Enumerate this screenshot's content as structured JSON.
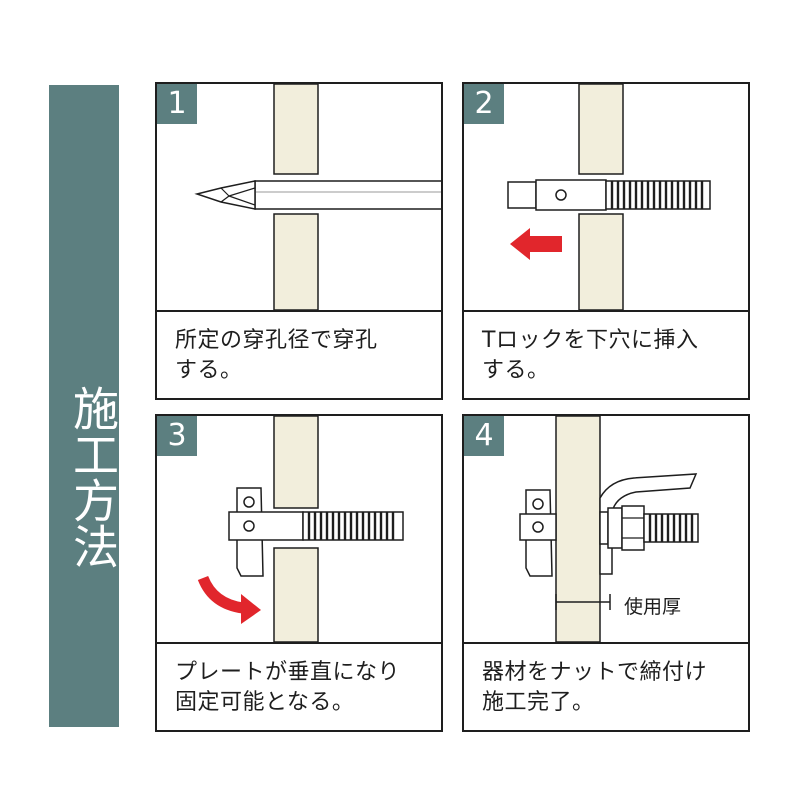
{
  "title": "施工方法",
  "colors": {
    "accent": "#5c7f80",
    "wall": "#f2eedc",
    "arrow": "#e1262c",
    "line": "#1e1e1e"
  },
  "steps": [
    {
      "number": "1",
      "caption_lines": [
        "所定の穿孔径で穿孔",
        "する。"
      ]
    },
    {
      "number": "2",
      "caption_lines": [
        "Tロックを下穴に挿入",
        "する。"
      ]
    },
    {
      "number": "3",
      "caption_lines": [
        "プレートが垂直になり",
        "固定可能となる。"
      ]
    },
    {
      "number": "4",
      "caption_lines": [
        "器材をナットで締付け",
        "施工完了。"
      ],
      "label": "使用厚"
    }
  ]
}
